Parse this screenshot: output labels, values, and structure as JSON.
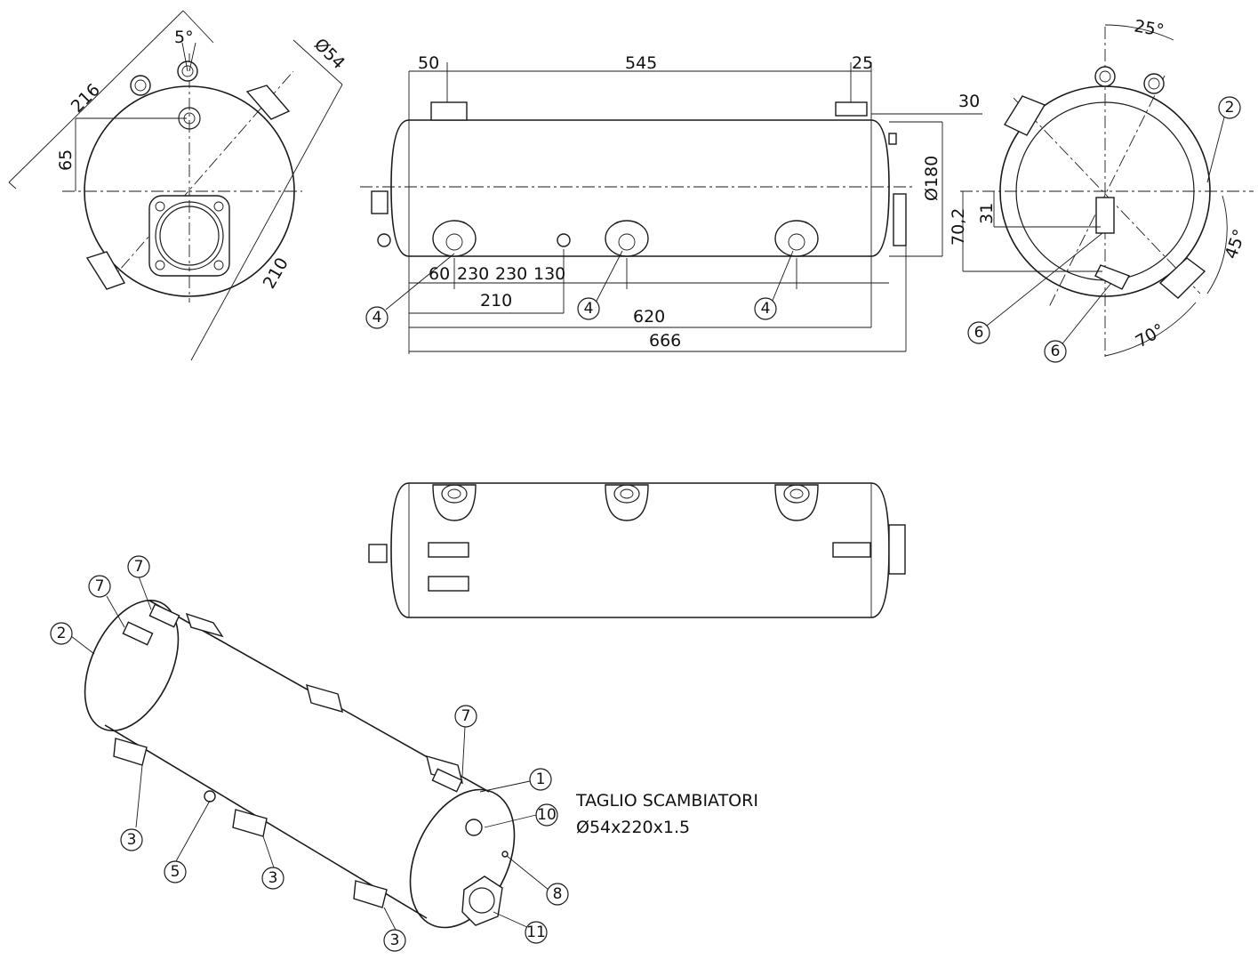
{
  "dimensions": {
    "left_view": {
      "angle_top": "5°",
      "d216": "216",
      "d65": "65",
      "dia54": "Ø54",
      "d210": "210"
    },
    "front_view": {
      "d50": "50",
      "d545": "545",
      "d25": "25",
      "d30": "30",
      "dia180": "Ø180",
      "d70_2": "70,2",
      "d60": "60",
      "d230a": "230",
      "d230b": "230",
      "d130": "130",
      "d210": "210",
      "d620": "620",
      "d666": "666"
    },
    "right_view": {
      "a25": "25°",
      "d31": "31",
      "a45": "45°",
      "a70": "70°"
    }
  },
  "callouts": {
    "front": [
      "4",
      "4",
      "4"
    ],
    "right": [
      "2",
      "6",
      "6"
    ],
    "iso": [
      "7",
      "7",
      "2",
      "7",
      "1",
      "10",
      "8",
      "11",
      "3",
      "5",
      "3",
      "3"
    ]
  },
  "note": {
    "line1": "TAGLIO SCAMBIATORI",
    "line2": "Ø54x220x1.5"
  }
}
